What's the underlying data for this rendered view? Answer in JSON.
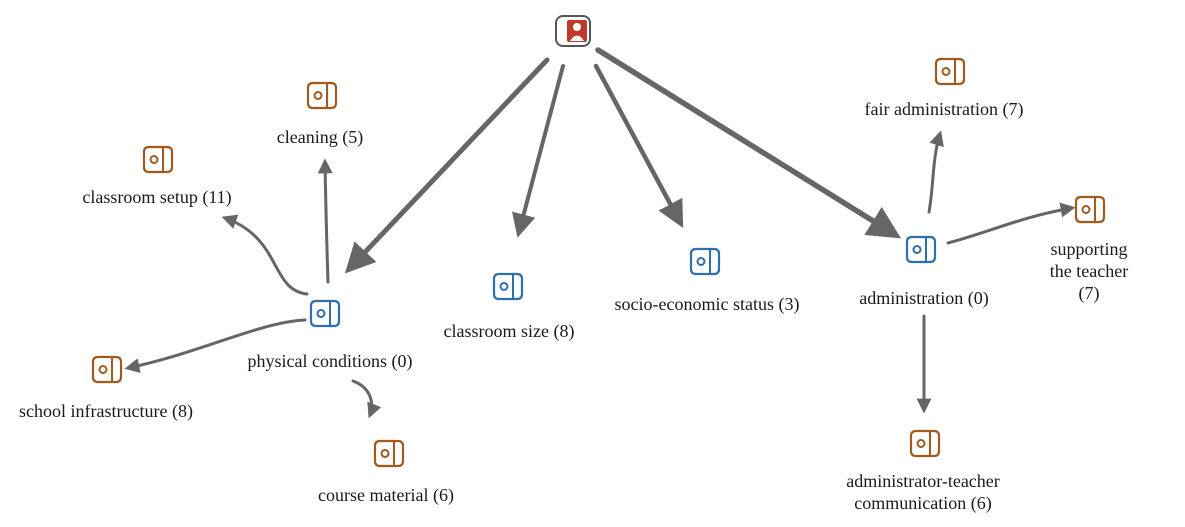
{
  "colors": {
    "edge": "#666666",
    "blue_node": "#2f6fad",
    "brown_node": "#a35a1d",
    "root_node": "#c0392b",
    "text": "#1a1a1a"
  },
  "root": {
    "icon": "person-document-icon"
  },
  "nodes": {
    "physical_conditions": {
      "label": "physical conditions (0)"
    },
    "classroom_size": {
      "label": "classroom size (8)"
    },
    "socio_economic_status": {
      "label": "socio-economic status (3)"
    },
    "administration": {
      "label": "administration (0)"
    },
    "cleaning": {
      "label": "cleaning (5)"
    },
    "classroom_setup": {
      "label": "classroom setup (11)"
    },
    "school_infrastructure": {
      "label": "school infrastructure (8)"
    },
    "course_material": {
      "label": "course material (6)"
    },
    "fair_administration": {
      "label": "fair administration (7)"
    },
    "supporting_teacher": {
      "line1": "supporting the teacher",
      "line2": "(7)"
    },
    "admin_teacher_comm": {
      "line1": "administrator-teacher",
      "line2": "communication (6)"
    }
  }
}
